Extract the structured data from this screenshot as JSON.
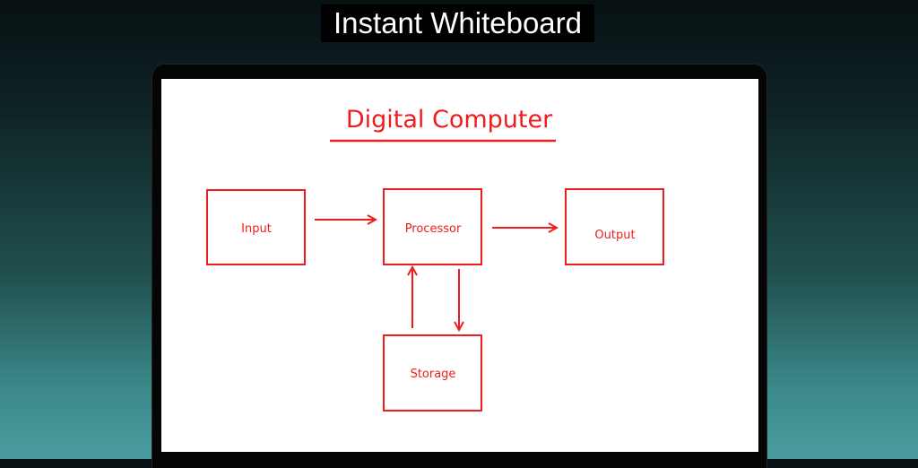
{
  "header": {
    "title": "Instant Whiteboard"
  },
  "whiteboard": {
    "title": "Digital Computer",
    "ink_color": "#ee1c1c",
    "boxes": {
      "input": "Input",
      "processor": "Processor",
      "output": "Output",
      "storage": "Storage"
    }
  }
}
